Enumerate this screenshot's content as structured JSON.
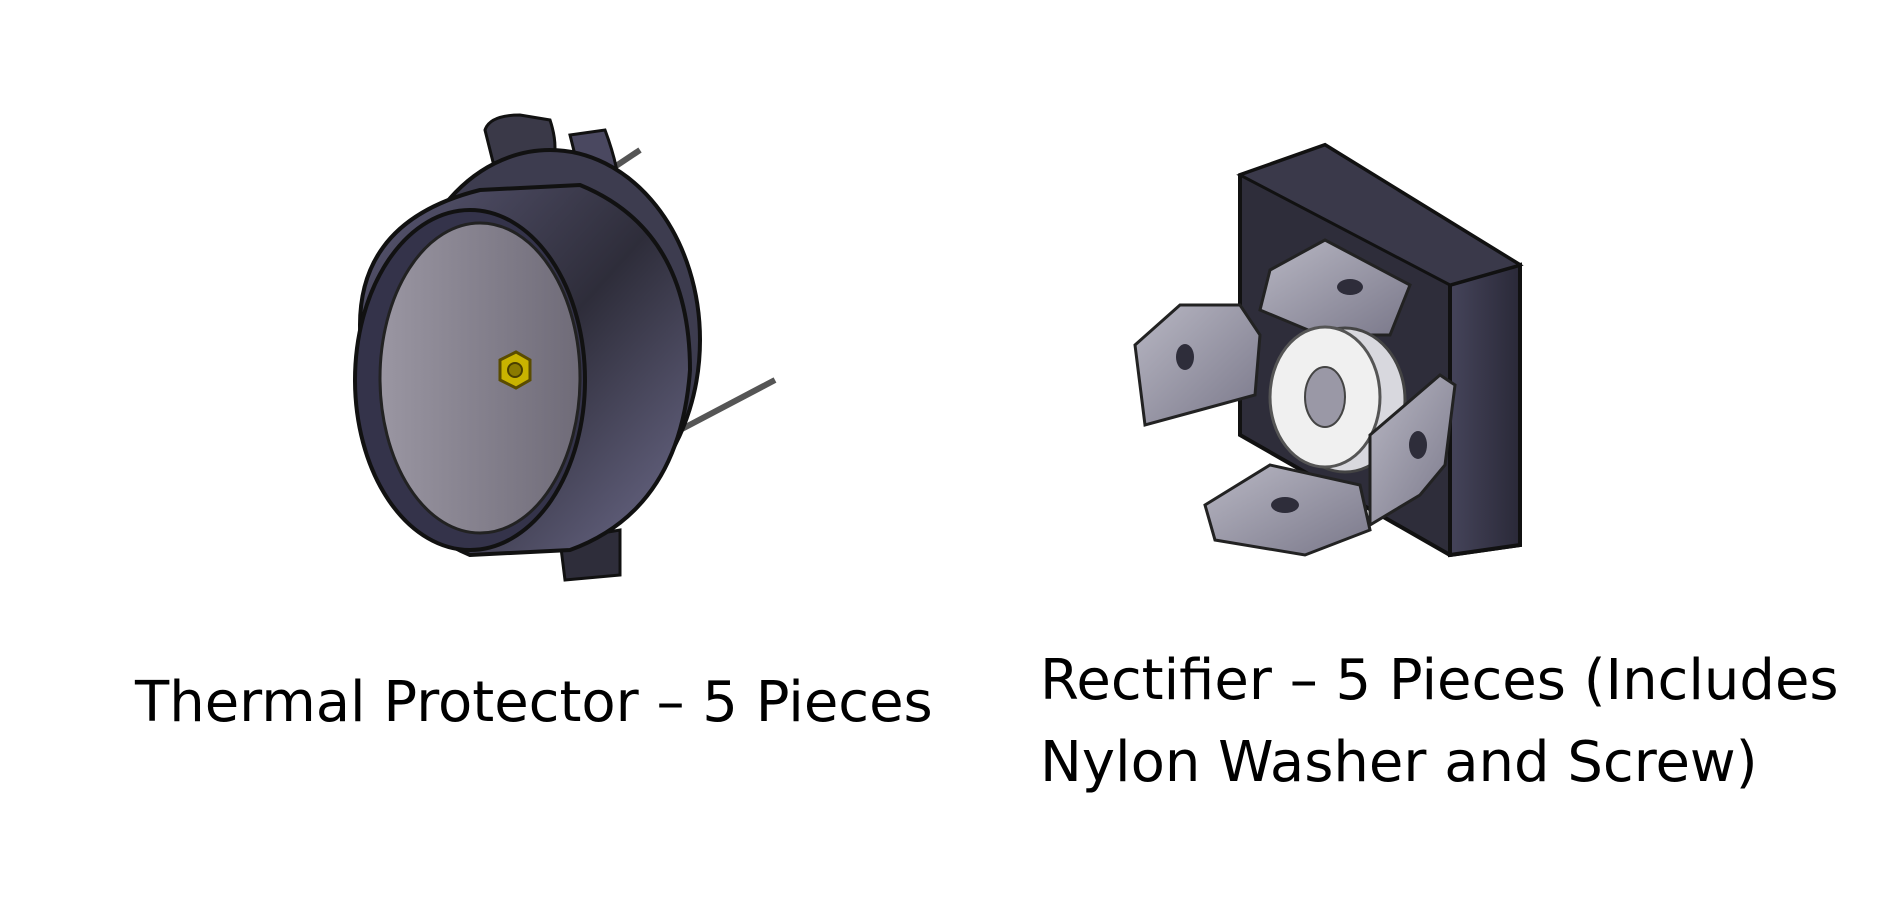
{
  "captions": {
    "thermal_protector": "Thermal Protector – 5 Pieces",
    "rectifier_line1": "Rectifier – 5 Pieces (Includes",
    "rectifier_line2": "Nylon Washer and Screw)"
  },
  "colors": {
    "body_dark": "#2e2d3a",
    "body_mid": "#4a4860",
    "metal": "#8f8d9a",
    "metal_light": "#b8b7c3",
    "nut": "#c9b300",
    "washer": "#f0f0f0",
    "text": "#000000"
  },
  "icons": {
    "thermal_protector": "thermal-protector-illustration",
    "rectifier": "rectifier-illustration"
  }
}
